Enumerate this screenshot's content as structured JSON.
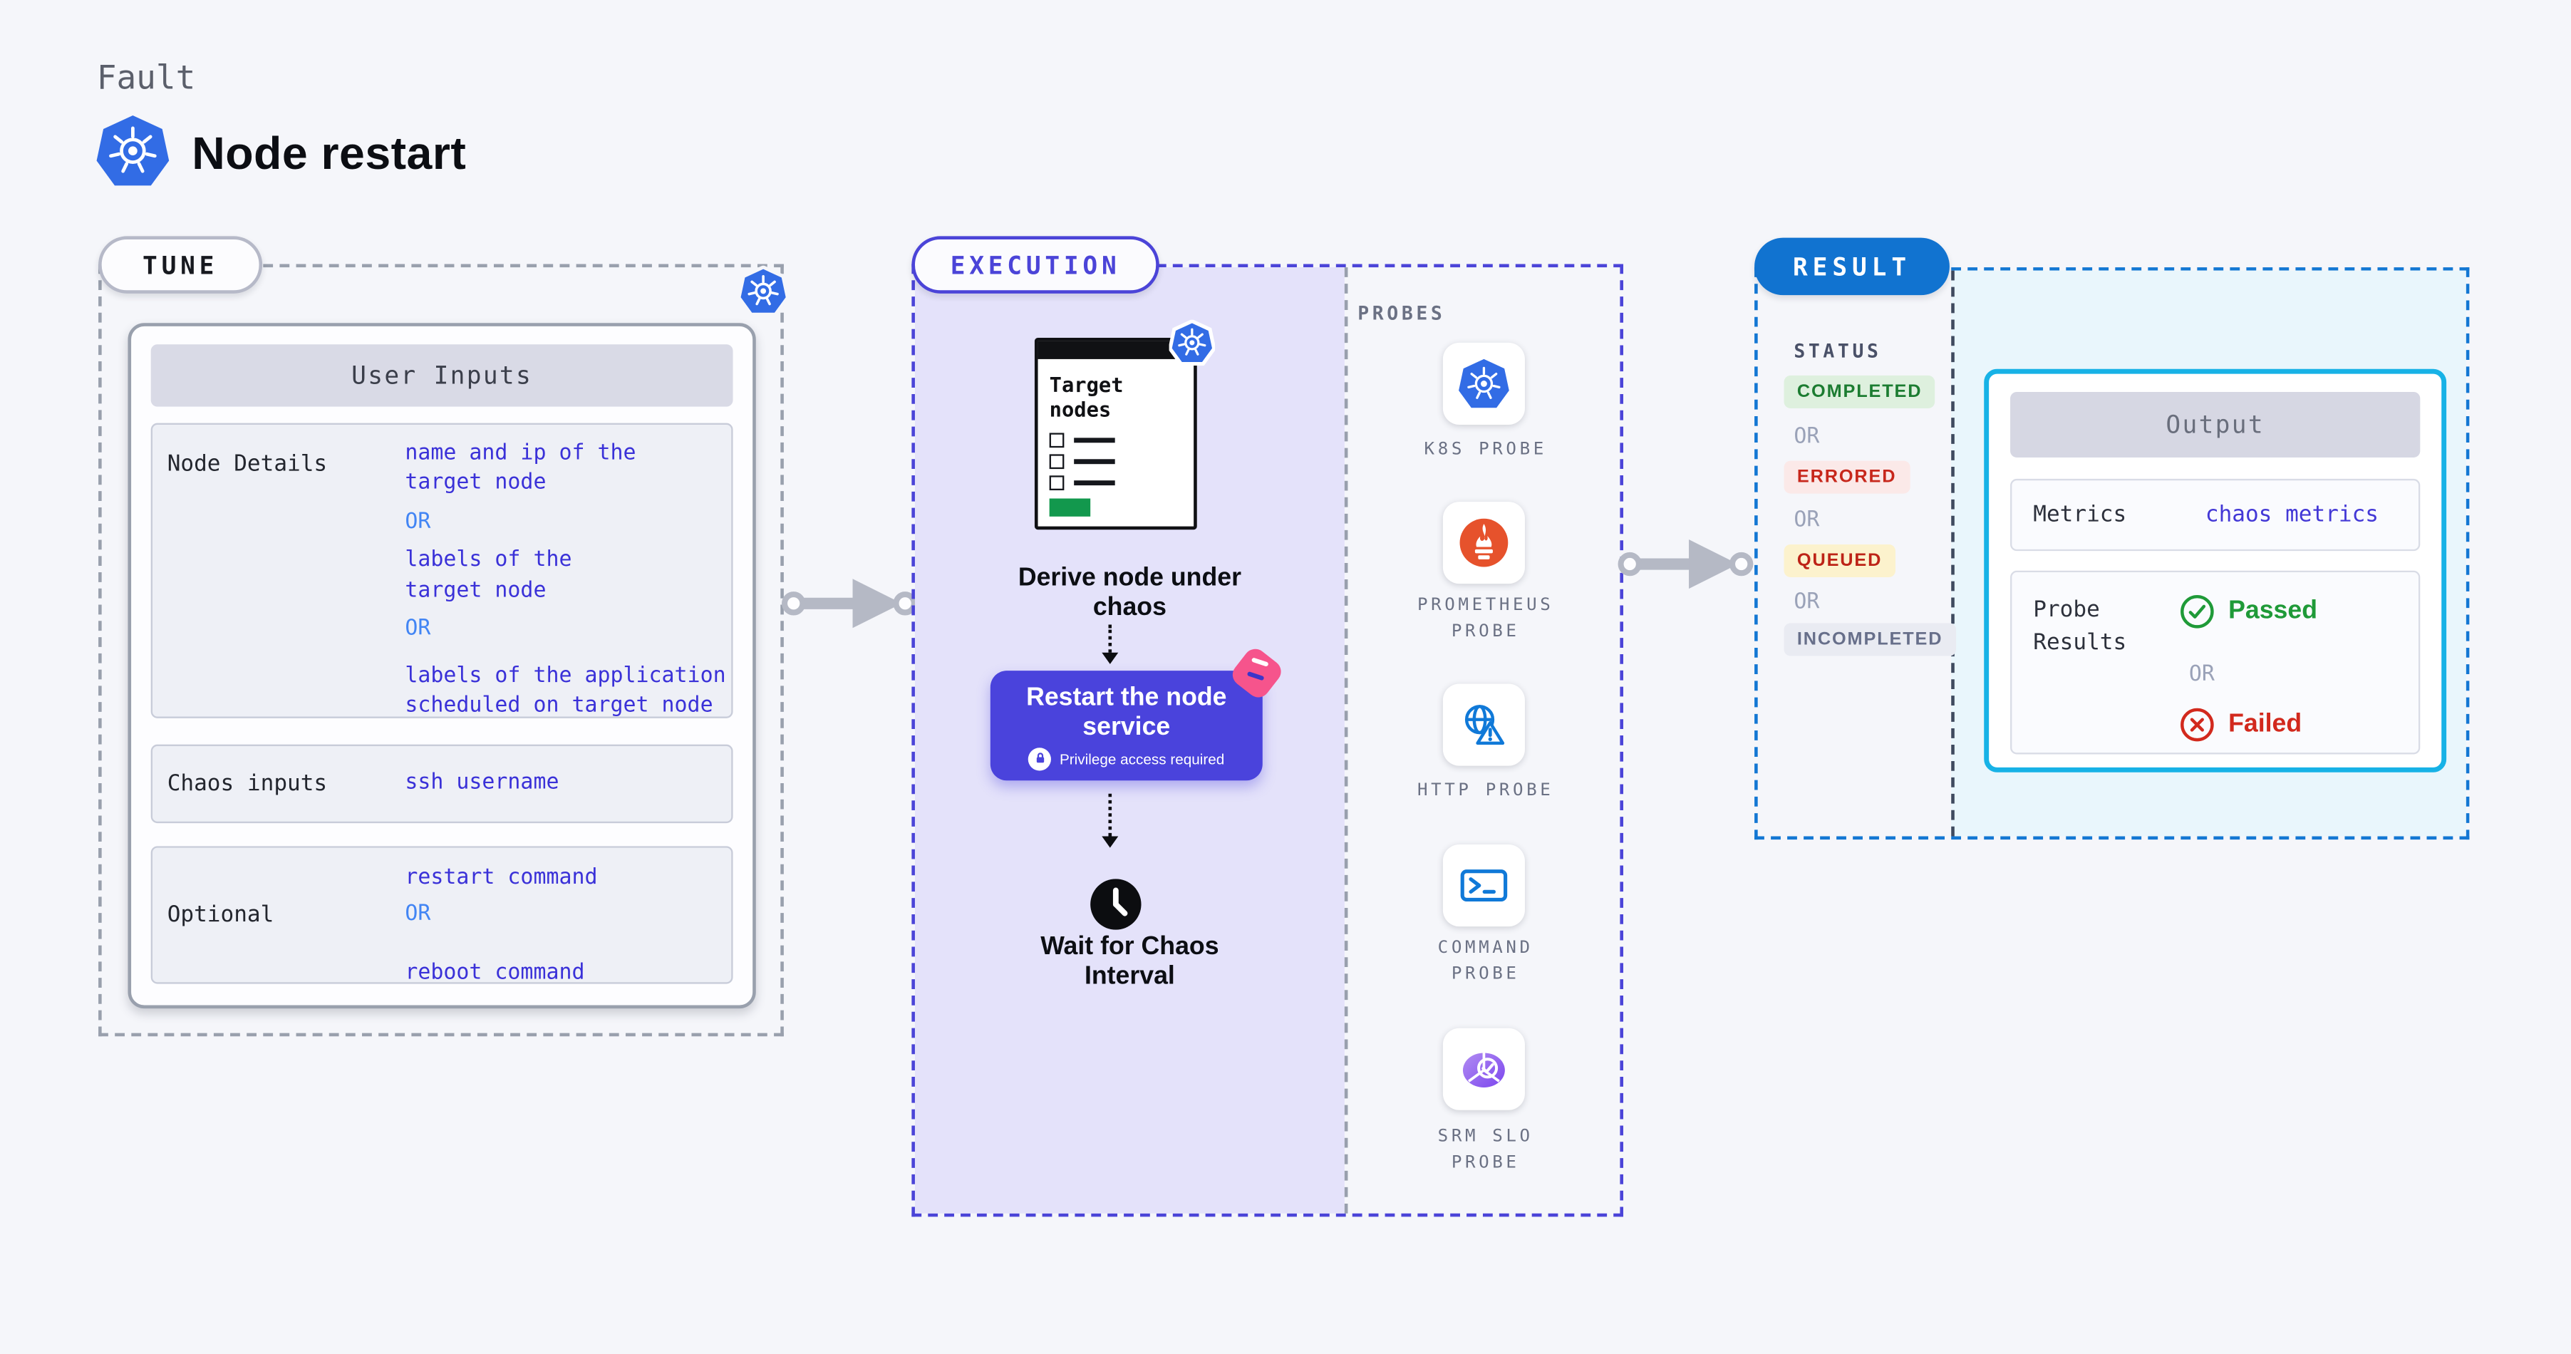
{
  "page": {
    "kicker": "Fault",
    "title": "Node restart"
  },
  "tune": {
    "pill": "TUNE",
    "card_header": "User Inputs",
    "rows": [
      {
        "label": "Node Details",
        "segments": [
          {
            "kind": "value",
            "text": "name and ip of the\ntarget node"
          },
          {
            "kind": "or",
            "text": "OR"
          },
          {
            "kind": "value",
            "text": "labels of the\ntarget node"
          },
          {
            "kind": "or",
            "text": "OR"
          },
          {
            "kind": "value",
            "text": "labels of the application\n scheduled on target node"
          }
        ]
      },
      {
        "label": "Chaos inputs",
        "segments": [
          {
            "kind": "value",
            "text": "ssh username"
          }
        ]
      },
      {
        "label": "Optional",
        "segments": [
          {
            "kind": "value",
            "text": "restart command"
          },
          {
            "kind": "or",
            "text": "OR"
          },
          {
            "kind": "value",
            "text": "reboot command"
          }
        ]
      }
    ]
  },
  "execution": {
    "pill": "EXECUTION",
    "target_card_title": "Target\nnodes",
    "derive_label": "Derive node under\nchaos",
    "restart_title": "Restart the node\nservice",
    "privilege_note": "Privilege access required",
    "wait_label": "Wait for Chaos\nInterval"
  },
  "probes": {
    "header": "PROBES",
    "items": [
      {
        "icon": "k8s-probe-icon",
        "label": "K8S PROBE"
      },
      {
        "icon": "prometheus-probe-icon",
        "label": "PROMETHEUS\nPROBE"
      },
      {
        "icon": "http-probe-icon",
        "label": "HTTP PROBE"
      },
      {
        "icon": "command-probe-icon",
        "label": "COMMAND\nPROBE"
      },
      {
        "icon": "srm-slo-probe-icon",
        "label": "SRM SLO\nPROBE"
      }
    ]
  },
  "result": {
    "pill": "RESULT",
    "status_header": "STATUS",
    "statuses": [
      {
        "kind": "completed",
        "text": "COMPLETED"
      },
      {
        "kind": "or",
        "text": "OR"
      },
      {
        "kind": "errored",
        "text": "ERRORED"
      },
      {
        "kind": "or",
        "text": "OR"
      },
      {
        "kind": "queued",
        "text": "QUEUED"
      },
      {
        "kind": "or",
        "text": "OR"
      },
      {
        "kind": "incompleted",
        "text": "INCOMPLETED"
      }
    ],
    "output": {
      "header": "Output",
      "metrics_label": "Metrics",
      "metrics_value": "chaos metrics",
      "probe_results_label": "Probe\nResults",
      "passed": "Passed",
      "or": "OR",
      "failed": "Failed"
    }
  },
  "colors": {
    "page_bg": "#f5f6fa",
    "kubernetes_blue": "#326ce5",
    "execution_indigo": "#4b44d8",
    "execution_bg": "#e4e2fa",
    "restart_button": "#4a43dc",
    "chaos_pink": "#f6548c",
    "result_blue": "#1173d0",
    "output_cyan_border": "#17b2e6",
    "output_bg": "#e9f6fc",
    "completed_green": "#1c7c31",
    "errored_red": "#c7271b",
    "queued_yellow_bg": "#fcf2cd",
    "passed_green": "#1f9a38",
    "failed_red": "#d2291d",
    "value_indigo": "#3a31d8",
    "or_blue": "#4285f4",
    "prometheus_orange": "#e6522c",
    "target_green_bar": "#12984d"
  }
}
